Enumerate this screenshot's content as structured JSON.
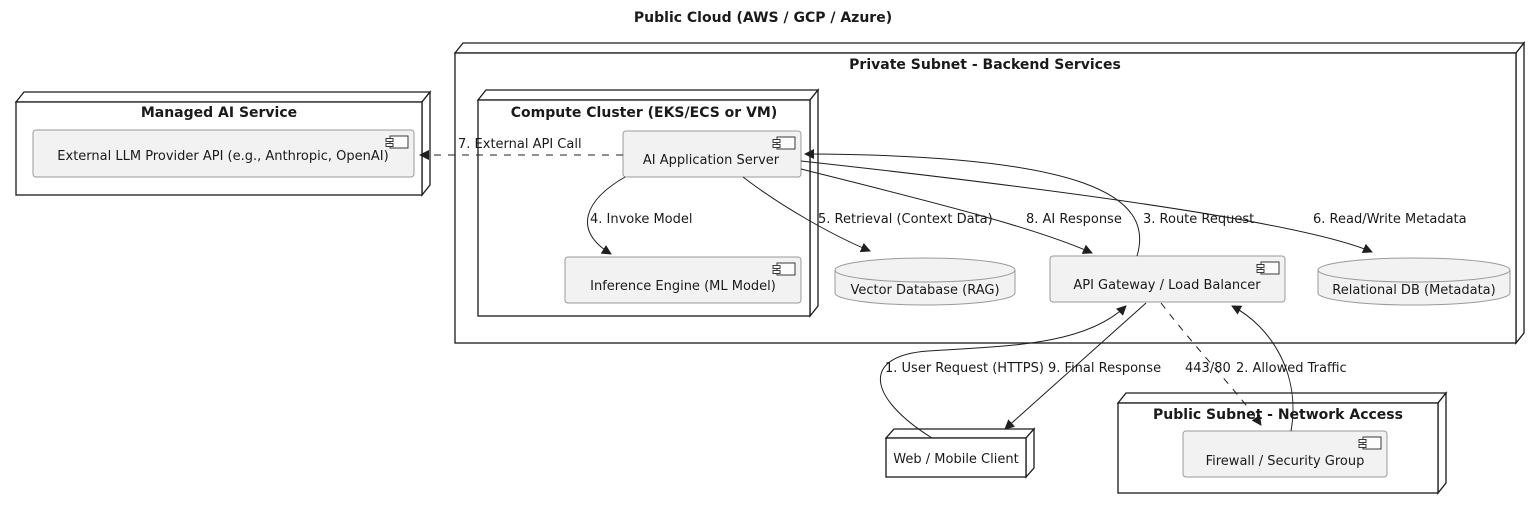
{
  "diagram": {
    "title": "Public Cloud (AWS / GCP / Azure)",
    "type": "deployment-architecture-diagram",
    "colors": {
      "background": "#ffffff",
      "node_border": "#1a1a1a",
      "node_fill": "#ffffff",
      "component_fill": "#f2f2f2",
      "component_border": "#9a9a9a",
      "arrow": "#1f1f1f",
      "text": "#1a1a1a"
    },
    "nodes": {
      "private_subnet": {
        "title": "Private Subnet - Backend Services"
      },
      "managed_ai": {
        "title": "Managed AI Service"
      },
      "compute_cluster": {
        "title": "Compute Cluster (EKS/ECS or VM)"
      },
      "public_subnet": {
        "title": "Public Subnet - Network Access"
      },
      "web_client": {
        "label": "Web / Mobile Client"
      }
    },
    "components": {
      "llm_api": {
        "label": "External LLM Provider API (e.g., Anthropic, OpenAI)"
      },
      "app_server": {
        "label": "AI Application Server"
      },
      "inference_engine": {
        "label": "Inference Engine (ML Model)"
      },
      "api_gateway": {
        "label": "API Gateway / Load Balancer"
      },
      "firewall": {
        "label": "Firewall / Security Group"
      }
    },
    "databases": {
      "vector_db": {
        "label": "Vector Database (RAG)"
      },
      "relational_db": {
        "label": "Relational DB (Metadata)"
      }
    },
    "edges": {
      "user_request": {
        "label": "1. User Request (HTTPS)",
        "from": "web_client",
        "to": "api_gateway",
        "style": "solid"
      },
      "allowed_traffic": {
        "label": "2. Allowed Traffic",
        "from": "firewall",
        "to": "api_gateway",
        "style": "solid"
      },
      "route_request": {
        "label": "3. Route Request",
        "from": "api_gateway",
        "to": "app_server",
        "style": "solid"
      },
      "invoke_model": {
        "label": "4. Invoke Model",
        "from": "app_server",
        "to": "inference_engine",
        "style": "solid"
      },
      "retrieval": {
        "label": "5. Retrieval (Context Data)",
        "from": "app_server",
        "to": "vector_db",
        "style": "solid"
      },
      "read_write_metadata": {
        "label": "6. Read/Write Metadata",
        "from": "app_server",
        "to": "relational_db",
        "style": "solid"
      },
      "external_api_call": {
        "label": "7. External API Call",
        "from": "app_server",
        "to": "llm_api",
        "style": "dashed"
      },
      "ai_response": {
        "label": "8. AI Response",
        "from": "app_server",
        "to": "api_gateway",
        "style": "solid"
      },
      "final_response": {
        "label": "9. Final Response",
        "from": "api_gateway",
        "to": "web_client",
        "style": "solid"
      },
      "port": {
        "label": "443/80",
        "from": "api_gateway",
        "to": "firewall",
        "style": "dashed"
      }
    }
  }
}
